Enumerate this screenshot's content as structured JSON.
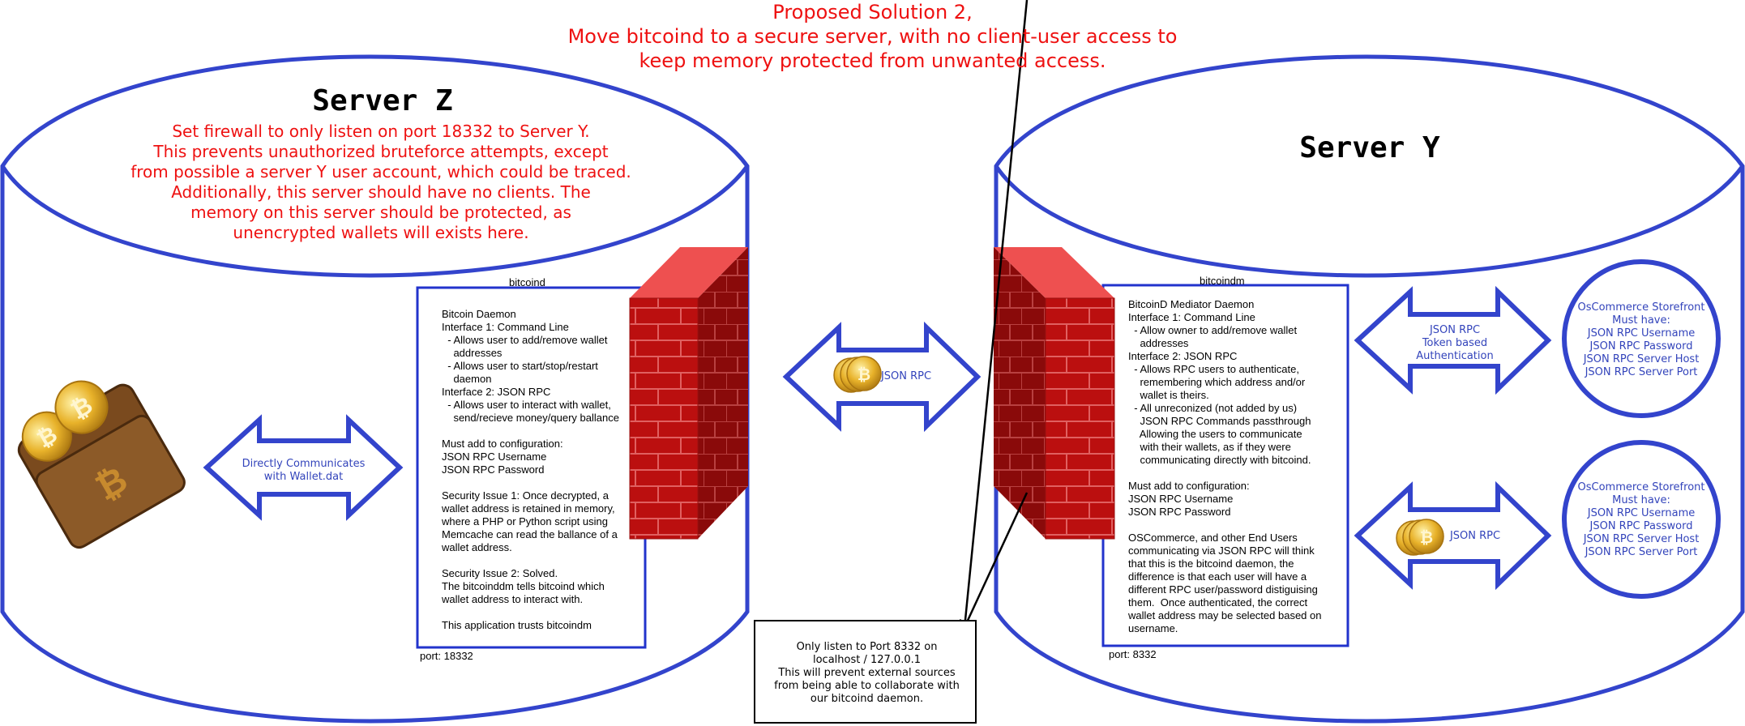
{
  "title_lines": [
    "Proposed Solution 2,",
    "Move bitcoind to a secure server, with no client-user access to",
    "keep memory protected from unwanted access."
  ],
  "server_z": {
    "title": "Server Z",
    "note_lines": [
      "Set firewall to only listen on port 18332 to Server Y.",
      "This prevents unauthorized bruteforce attempts, except",
      "from possible a server Y user account, which could be traced.",
      "Additionally, this server should have no clients. The",
      "memory on this server should be protected, as",
      "unencrypted wallets will exists here."
    ],
    "box_label": "bitcoind",
    "port_label": "port: 18332",
    "box_lines": [
      "Bitcoin Daemon",
      "Interface 1: Command Line",
      "  - Allows user to add/remove wallet",
      "    addresses",
      "  - Allows user to start/stop/restart",
      "    daemon",
      "Interface 2: JSON RPC",
      "  - Allows user to interact with wallet,",
      "    send/recieve money/query ballance",
      "",
      "Must add to configuration:",
      "JSON RPC Username",
      "JSON RPC Password",
      "",
      "Security Issue 1: Once decrypted, a",
      "wallet address is retained in memory,",
      "where a PHP or Python script using",
      "Memcache can read the ballance of a",
      "wallet address.",
      "",
      "Security Issue 2: Solved.",
      "The bitcoinddm tells bitcoind which",
      "wallet address to interact with.",
      "",
      "This application trusts bitcoindm"
    ],
    "wallet_arrow_lines": [
      "Directly Communicates",
      "with Wallet.dat"
    ]
  },
  "middle_arrow_label": "JSON RPC",
  "server_y": {
    "title": "Server Y",
    "box_label": "bitcoindm",
    "port_label": "port: 8332",
    "box_lines": [
      "BitcoinD Mediator Daemon",
      "Interface 1: Command Line",
      "  - Allow owner to add/remove wallet",
      "    addresses",
      "Interface 2: JSON RPC",
      "  - Allows RPC users to authenticate,",
      "    remembering which address and/or",
      "    wallet is theirs.",
      "  - All unreconized (not added by us)",
      "    JSON RPC Commands passthrough",
      "    Allowing the users to communicate",
      "    with their wallets, as if they were",
      "    communicating directly with bitcoind.",
      "",
      "Must add to configuration:",
      "JSON RPC Username",
      "JSON RPC Password",
      "",
      "OSCommerce, and other End Users",
      "communicating via JSON RPC will think",
      "that this is the bitcoind daemon, the",
      "difference is that each user will have a",
      "different RPC user/password distiguising",
      "them.  Once authenticated, the correct",
      "wallet address may be selected based on",
      "username."
    ],
    "token_arrow_lines": [
      "JSON RPC",
      "Token based",
      "Authentication"
    ],
    "lower_arrow_label": "JSON RPC",
    "storefront_1_lines": [
      "OsCommerce Storefront",
      "Must have:",
      "JSON RPC Username",
      "JSON RPC Password",
      "JSON RPC Server Host",
      "JSON RPC Server Port"
    ],
    "storefront_2_lines": [
      "OsCommerce Storefront",
      "Must have:",
      "JSON RPC Username",
      "JSON RPC Password",
      "JSON RPC Server Host",
      "JSON RPC Server Port"
    ]
  },
  "localhost_note_lines": [
    "Only listen to Port 8332 on",
    "localhost / 127.0.0.1",
    "This will prevent external sources",
    "from being able to collaborate with",
    "our bitcoind daemon."
  ],
  "colors": {
    "outline_blue": "#3344cc",
    "text_red": "#ee1111",
    "text_blue": "#3344bb",
    "brick_red": "#cc1111"
  },
  "icons": [
    "bitcoin-wallet-icon",
    "bitcoin-coins-icon",
    "brick-firewall-icon"
  ]
}
